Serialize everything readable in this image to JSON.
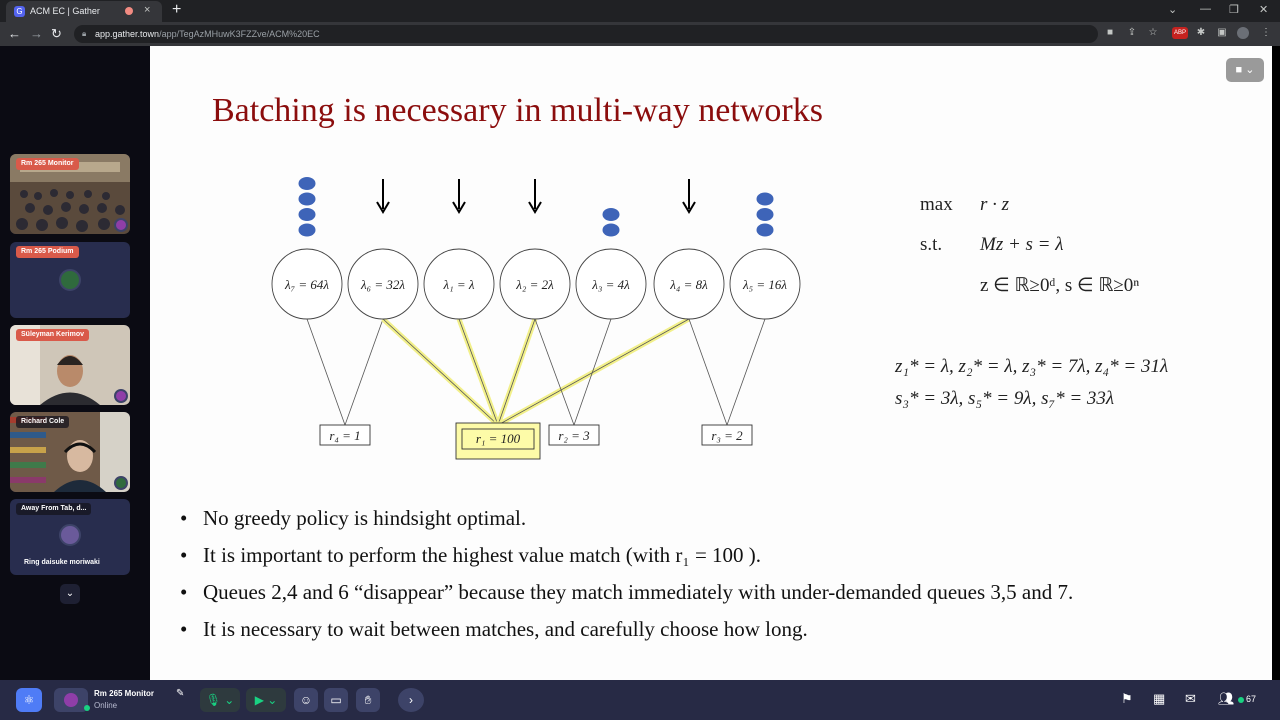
{
  "browser": {
    "tab_title": "ACM EC | Gather",
    "tab_favicon": "gather-icon",
    "new_tab": "+",
    "url_host": "app.gather.town",
    "url_path": "/app/TegAzMHuwK3FZZve/ACM%20EC",
    "ext_badge": "ABP"
  },
  "participants": [
    {
      "label": "Rm 265 Monitor",
      "kind": "video"
    },
    {
      "label": "Rm 265 Podium",
      "kind": "avatar"
    },
    {
      "label": "Süleyman Kerimov",
      "kind": "video"
    },
    {
      "label": "Richard Cole",
      "kind": "video"
    },
    {
      "label": "Away From Tab, d...",
      "kind": "avatar",
      "footer": "Ring daisuke moriwaki"
    }
  ],
  "slide": {
    "title": "Batching is necessary in multi-way networks",
    "queues": [
      {
        "label": "λ₇ = 64λ",
        "top": "dots4"
      },
      {
        "label": "λ₆ = 32λ",
        "top": "arrow"
      },
      {
        "label": "λ₁ = λ",
        "top": "arrow"
      },
      {
        "label": "λ₂ = 2λ",
        "top": "arrow"
      },
      {
        "label": "λ₃ = 4λ",
        "top": "dots2"
      },
      {
        "label": "λ₄ = 8λ",
        "top": "arrow"
      },
      {
        "label": "λ₅ = 16λ",
        "top": "dots3"
      }
    ],
    "matches": [
      "r₄ = 1",
      "r₁ = 100",
      "r₂ = 3",
      "r₃ = 2"
    ],
    "lp": {
      "max_kw": "max",
      "max_expr": "r · z",
      "st_kw": "s.t.",
      "st_expr": "Mz + s = λ",
      "domain": "z ∈ ℝ≥0ᵈ, s ∈ ℝ≥0ⁿ"
    },
    "solution_z": "z₁* = λ, z₂* = λ, z₃* = 7λ, z₄* = 31λ",
    "solution_s": "s₃* = 3λ, s₅* = 9λ, s₇* = 33λ",
    "bullets": [
      "No greedy policy is hindsight optimal.",
      "It is important to perform the highest value match (with r₁ = 100 ).",
      "Queues 2,4 and 6 “disappear” because they match immediately with under-demanded queues 3,5 and 7.",
      "It is necessary to wait between matches, and carefully choose how long."
    ]
  },
  "bottombar": {
    "user_name": "Rm 265 Monitor",
    "user_status": "Online",
    "participant_count": "67"
  },
  "colors": {
    "title": "#8b0d0d",
    "highlight": "#fdfba8",
    "dot": "#3e64b8",
    "bar": "#272a45",
    "accent": "#4f7cf6",
    "green": "#19d282"
  }
}
